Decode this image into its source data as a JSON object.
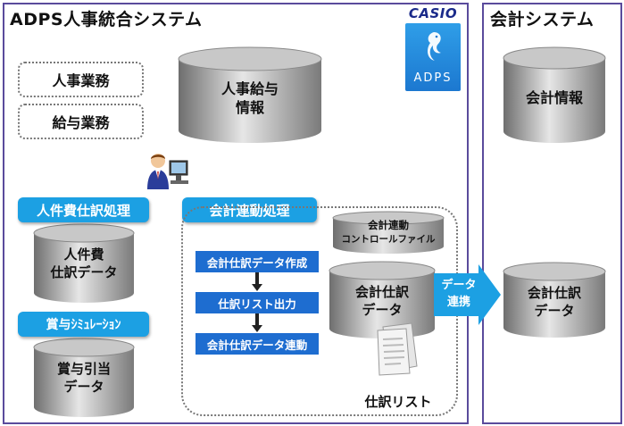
{
  "left_panel": {
    "title": "ADPS人事統合システム"
  },
  "right_panel": {
    "title": "会計システム"
  },
  "logo": {
    "brand": "CASIO",
    "product": "ADPS"
  },
  "dotted_boxes": [
    "人事業務",
    "給与業務"
  ],
  "cylinders": {
    "jinji_kyuyo": [
      "人事給与",
      "情報"
    ],
    "jinkenhi": [
      "人件費",
      "仕訳データ"
    ],
    "shoyo": [
      "賞与引当",
      "データ"
    ],
    "kaikei_renkei_ctrl": [
      "会計連動",
      "コントロールファイル"
    ],
    "kaikei_shiwake_left": [
      "会計仕訳",
      "データ"
    ],
    "kaikei_joho": [
      "会計情報"
    ],
    "kaikei_shiwake_right": [
      "会計仕訳",
      "データ"
    ]
  },
  "blue_tabs": {
    "jinkenhi": "人件費仕訳処理",
    "kaikei_rendo": "会計連動処理",
    "shoyo_sim": "賞与ｼﾐｭﾚｰｼｮﾝ"
  },
  "steps": [
    "会計仕訳データ作成",
    "仕訳リスト出力",
    "会計仕訳データ連動"
  ],
  "transfer_arrow": [
    "データ",
    "連携"
  ],
  "document": {
    "label": "仕訳リスト"
  }
}
